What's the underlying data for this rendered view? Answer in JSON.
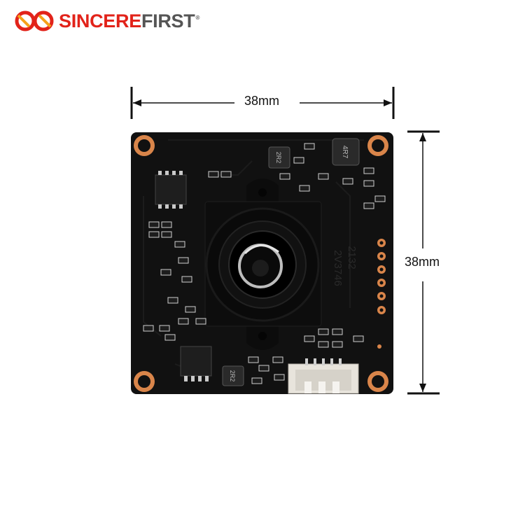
{
  "brand": {
    "name_part1": "SINCERE",
    "name_part2": "FIRST",
    "registered": "®"
  },
  "dimensions": {
    "width_label": "38mm",
    "height_label": "38mm"
  },
  "board_markings": {
    "inductor_top_left": "2R2",
    "inductor_top_right": "4R7",
    "inductor_bottom": "2R2",
    "lens_holder_code_1": "2132",
    "lens_holder_code_2": "2V3746"
  },
  "colors": {
    "pcb": "#111111",
    "pad_copper": "#d9854a",
    "brand_red": "#e2231a",
    "brand_gray": "#555555"
  },
  "icons": {
    "logo": "sincerefirst-logo-icon"
  }
}
